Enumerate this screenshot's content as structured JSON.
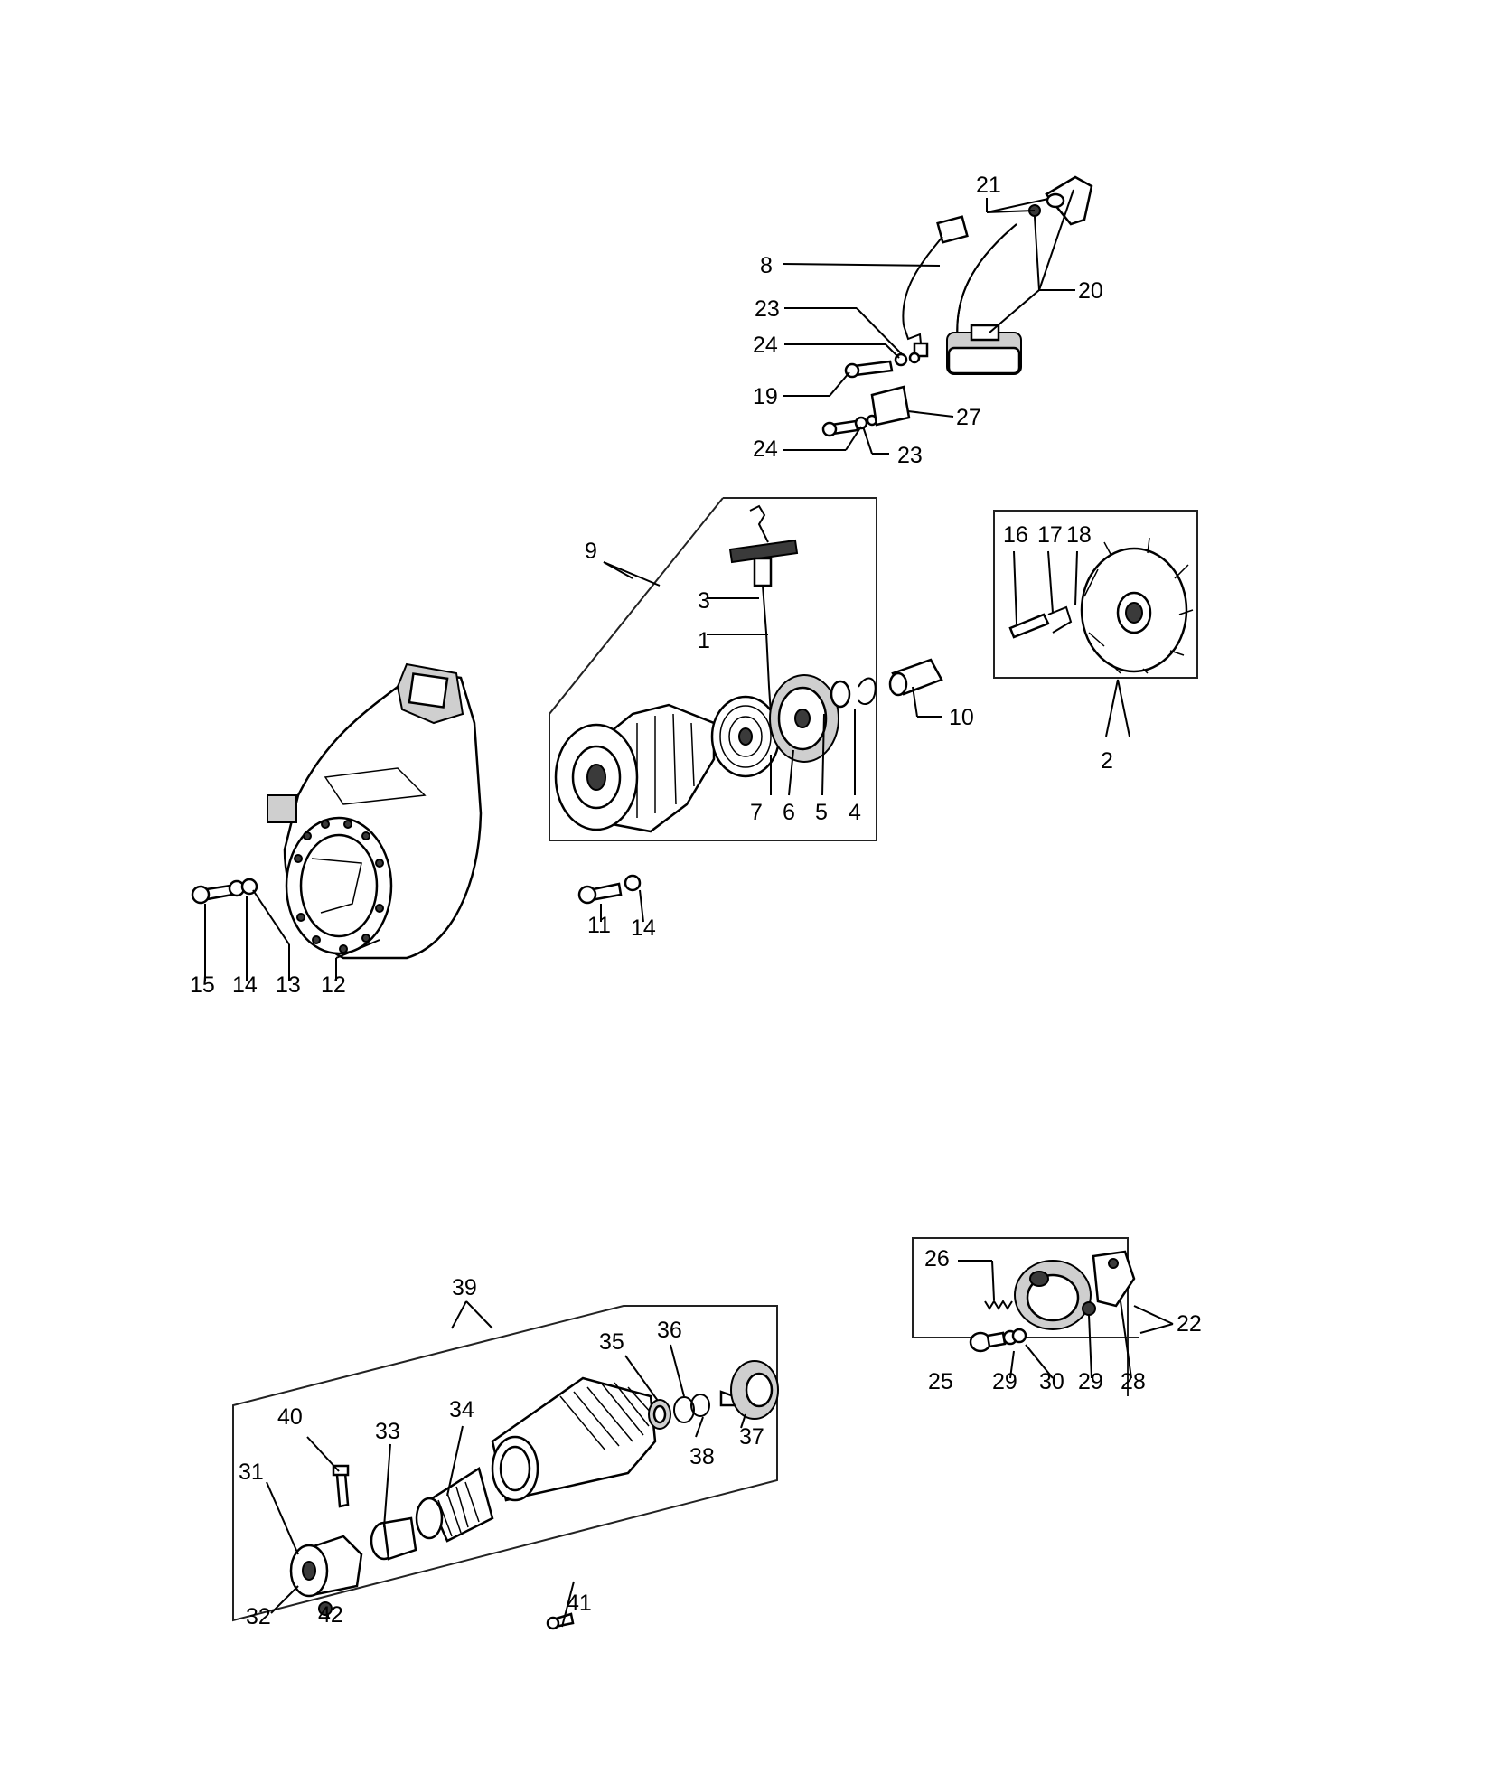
{
  "callouts": {
    "c1": "1",
    "c2": "2",
    "c3": "3",
    "c4": "4",
    "c5": "5",
    "c6": "6",
    "c7": "7",
    "c8": "8",
    "c9": "9",
    "c10": "10",
    "c11": "11",
    "c12": "12",
    "c13": "13",
    "c14a": "14",
    "c14b": "14",
    "c15": "15",
    "c16": "16",
    "c17": "17",
    "c18": "18",
    "c19": "19",
    "c20": "20",
    "c21": "21",
    "c22": "22",
    "c23a": "23",
    "c23b": "23",
    "c24a": "24",
    "c24b": "24",
    "c25": "25",
    "c26": "26",
    "c27": "27",
    "c28": "28",
    "c29a": "29",
    "c29b": "29",
    "c30": "30",
    "c31": "31",
    "c32": "32",
    "c33": "33",
    "c34": "34",
    "c35": "35",
    "c36": "36",
    "c37": "37",
    "c38": "38",
    "c39": "39",
    "c40": "40",
    "c41": "41",
    "c42": "42"
  },
  "colors": {
    "ink": "#000000",
    "paper": "#ffffff",
    "shade": "#cfcfcf"
  }
}
